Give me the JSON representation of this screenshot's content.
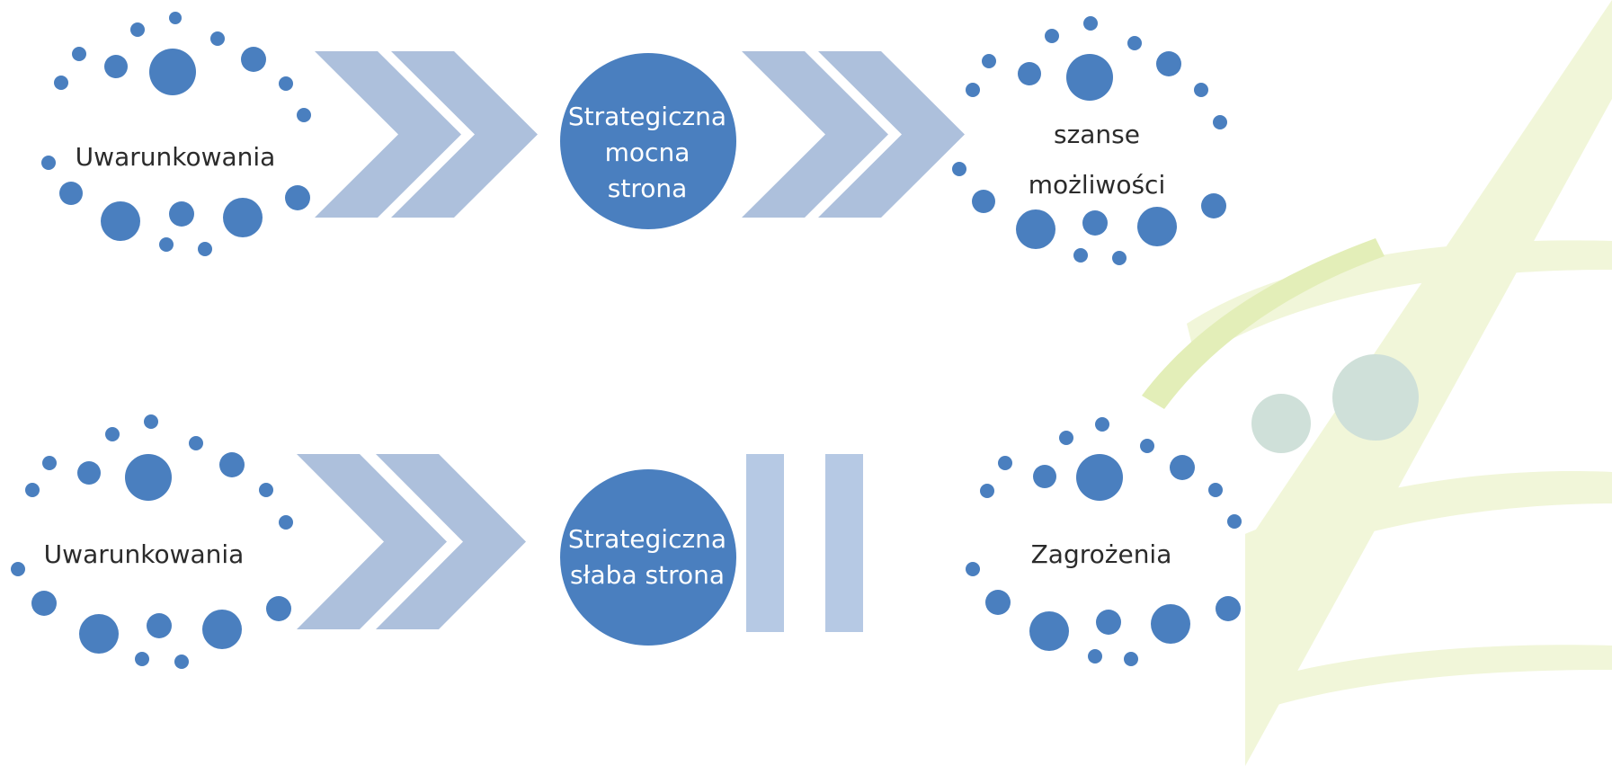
{
  "diagram": {
    "colors": {
      "dot": "#4a7fbf",
      "circle": "#4a7fbf",
      "chevron": "#adc0dc",
      "bar": "#b6c9e4",
      "bg_green": "#f1f6d9",
      "bg_green_dark": "#e3eeb8",
      "bg_circle": "#cfe0d9"
    },
    "row1": {
      "left_cluster": {
        "label": "Uwarunkowania"
      },
      "center_circle": {
        "line1": "Strategiczna",
        "line2": "mocna",
        "line3": "strona"
      },
      "connector_left": "double-chevron-arrow",
      "connector_right": "double-chevron-arrow",
      "right_cluster": {
        "line1": "szanse",
        "line2": "możliwości"
      }
    },
    "row2": {
      "left_cluster": {
        "label": "Uwarunkowania"
      },
      "center_circle": {
        "line1": "Strategiczna",
        "line2": "słaba strona"
      },
      "connector_left": "double-chevron-arrow",
      "connector_right": "pause-bars",
      "right_cluster": {
        "label": "Zagrożenia"
      }
    }
  }
}
